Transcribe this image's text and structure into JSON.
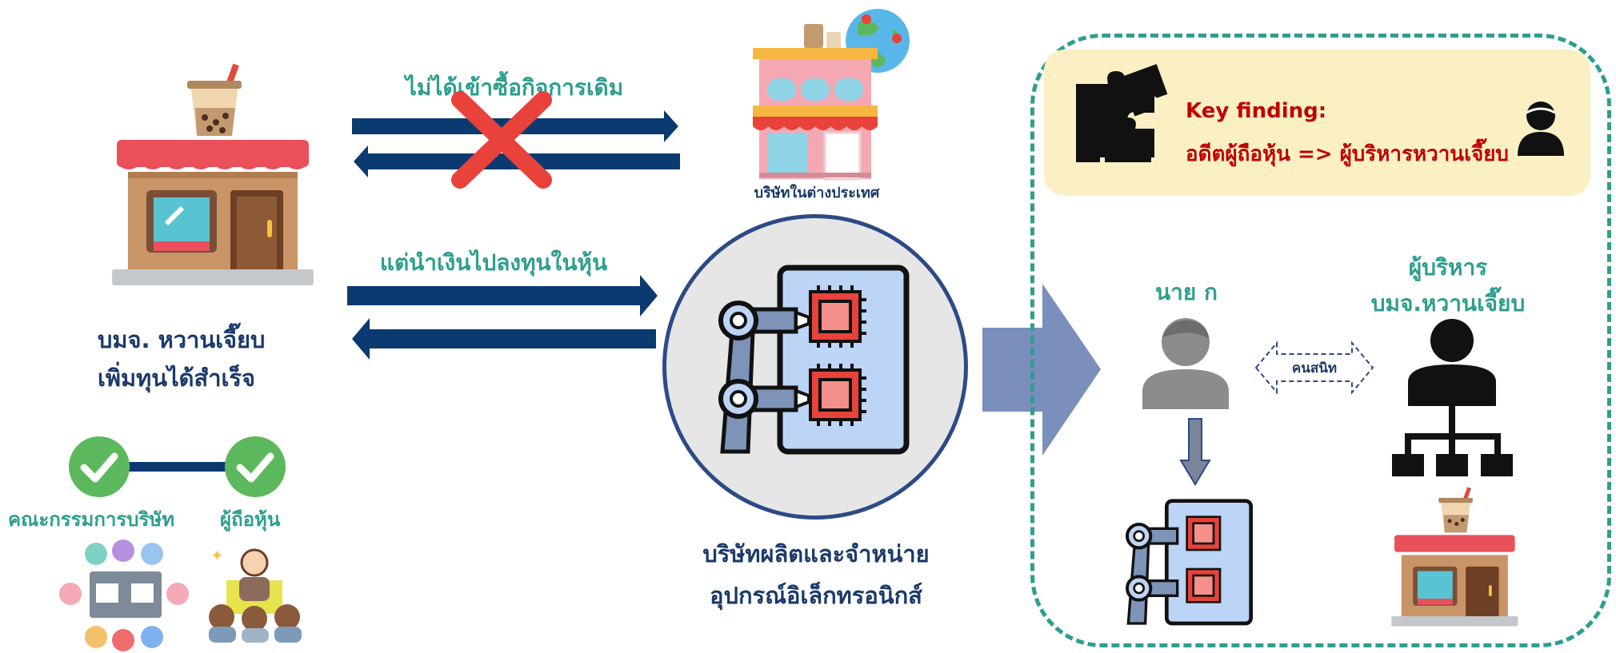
{
  "colors": {
    "navy": "#0b3a70",
    "teal": "#2e9e8f",
    "red_x": "#e8423a",
    "key_panel": "#fbf0c4",
    "big_arrow": "#7b8fbd",
    "circle_bg": "#e6e6e6",
    "circle_border": "#2c4a85"
  },
  "left_company": {
    "icon": "milk-tea-shop-icon",
    "line1": "บมจ. หวานเจี๊ยบ",
    "line2": "เพิ่มทุนได้สำเร็จ"
  },
  "approvals": {
    "board_label": "คณะกรรมการบริษัท",
    "shareholder_label": "ผู้ถือหุ้น",
    "board_icon": "meeting-table-icon",
    "shareholder_icon": "audience-presentation-icon"
  },
  "flows": {
    "top_label": "ไม่ได้เข้าซื้อกิจการเดิม",
    "bottom_label": "แต่นำเงินไปลงทุนในหุ้น"
  },
  "foreign_company": {
    "icon": "foreign-shop-globe-icon",
    "label": "บริษัทในต่างประเทศ"
  },
  "electronics_company": {
    "icon": "robot-arm-chip-icon",
    "line1": "บริษัทผลิตและจำหน่าย",
    "line2": "อุปกรณ์อิเล็กทรอนิกส์"
  },
  "key_finding": {
    "title": "Key finding:",
    "text": "อดีตผู้ถือหุ้น => ผู้บริหารหวานเจี๊ยบ",
    "puzzle_icon": "puzzle-icon",
    "person_icon": "person-icon"
  },
  "right_panel": {
    "person_label": "นาย ก",
    "executive_line1": "ผู้บริหาร",
    "executive_line2": "บมจ.หวานเจี๊ยบ",
    "relation_label": "คนสนิท"
  }
}
